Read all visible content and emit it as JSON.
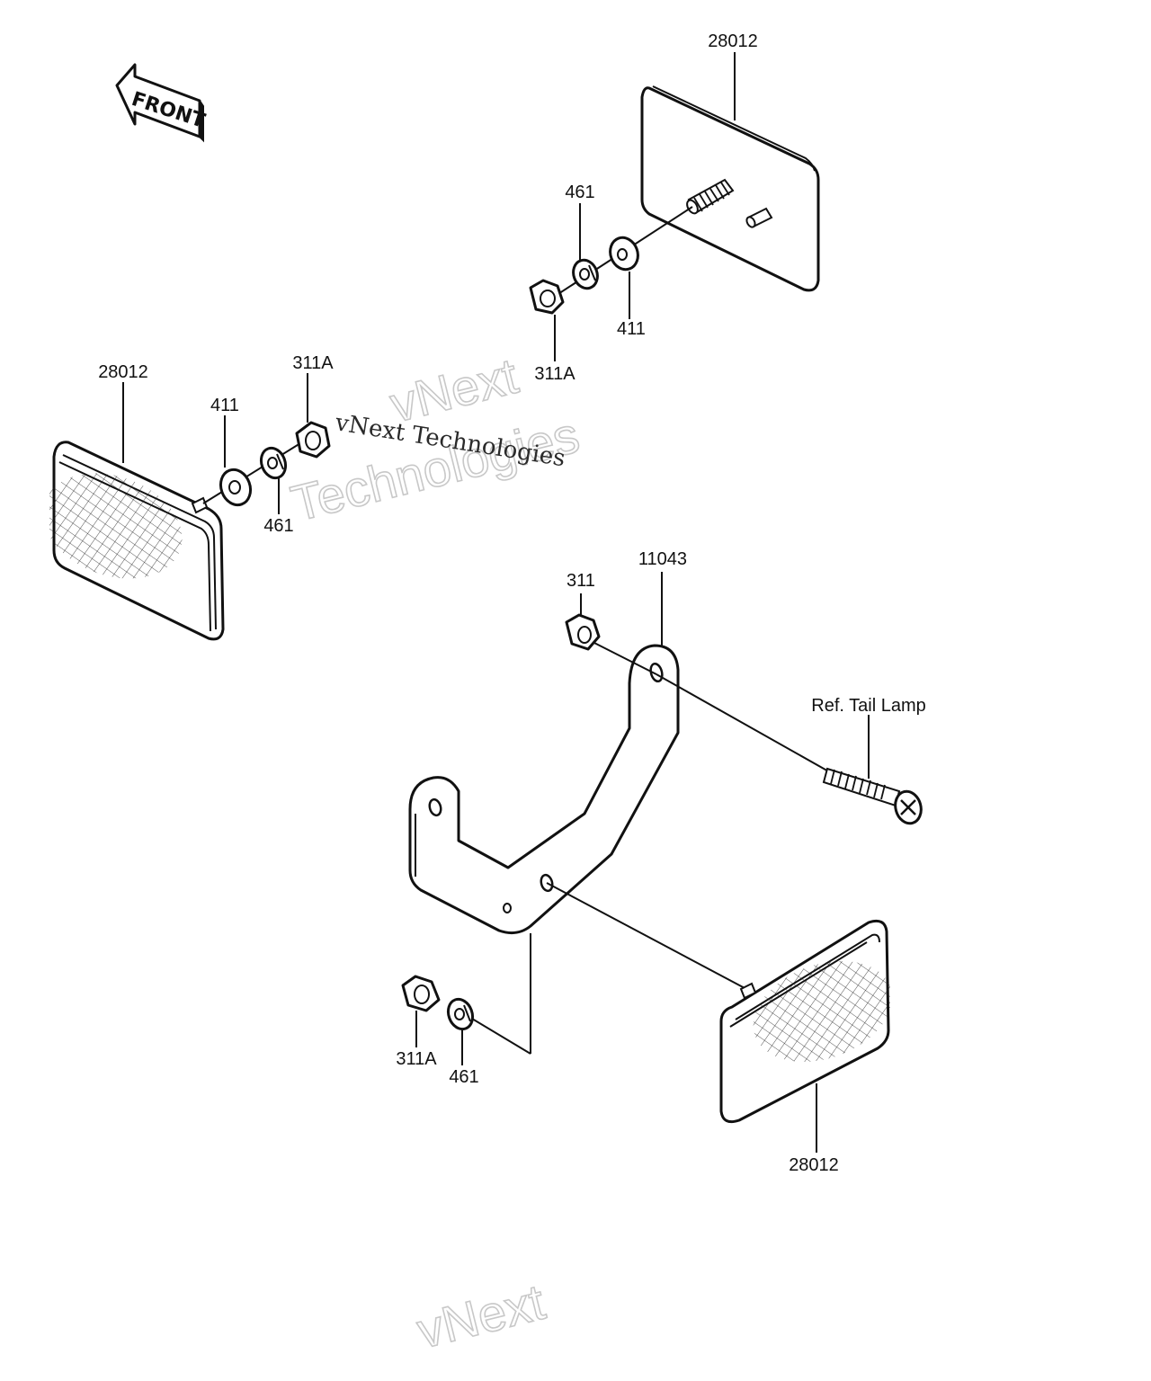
{
  "diagram": {
    "front_marker": "FRONT",
    "labels": {
      "reflector_top": "28012",
      "reflector_left": "28012",
      "reflector_bottom": "28012",
      "washer_461_top": "461",
      "washer_411_top": "411",
      "nut_311a_top": "311A",
      "nut_311a_left": "311A",
      "washer_411_left": "411",
      "washer_461_left": "461",
      "bracket": "11043",
      "nut_311": "311",
      "tail_lamp_ref": "Ref. Tail Lamp",
      "nut_311a_bottom": "311A",
      "washer_461_bottom": "461"
    },
    "watermark": {
      "line1": "vNext",
      "line2": "Technologies",
      "small": "vNext Technologies"
    }
  }
}
